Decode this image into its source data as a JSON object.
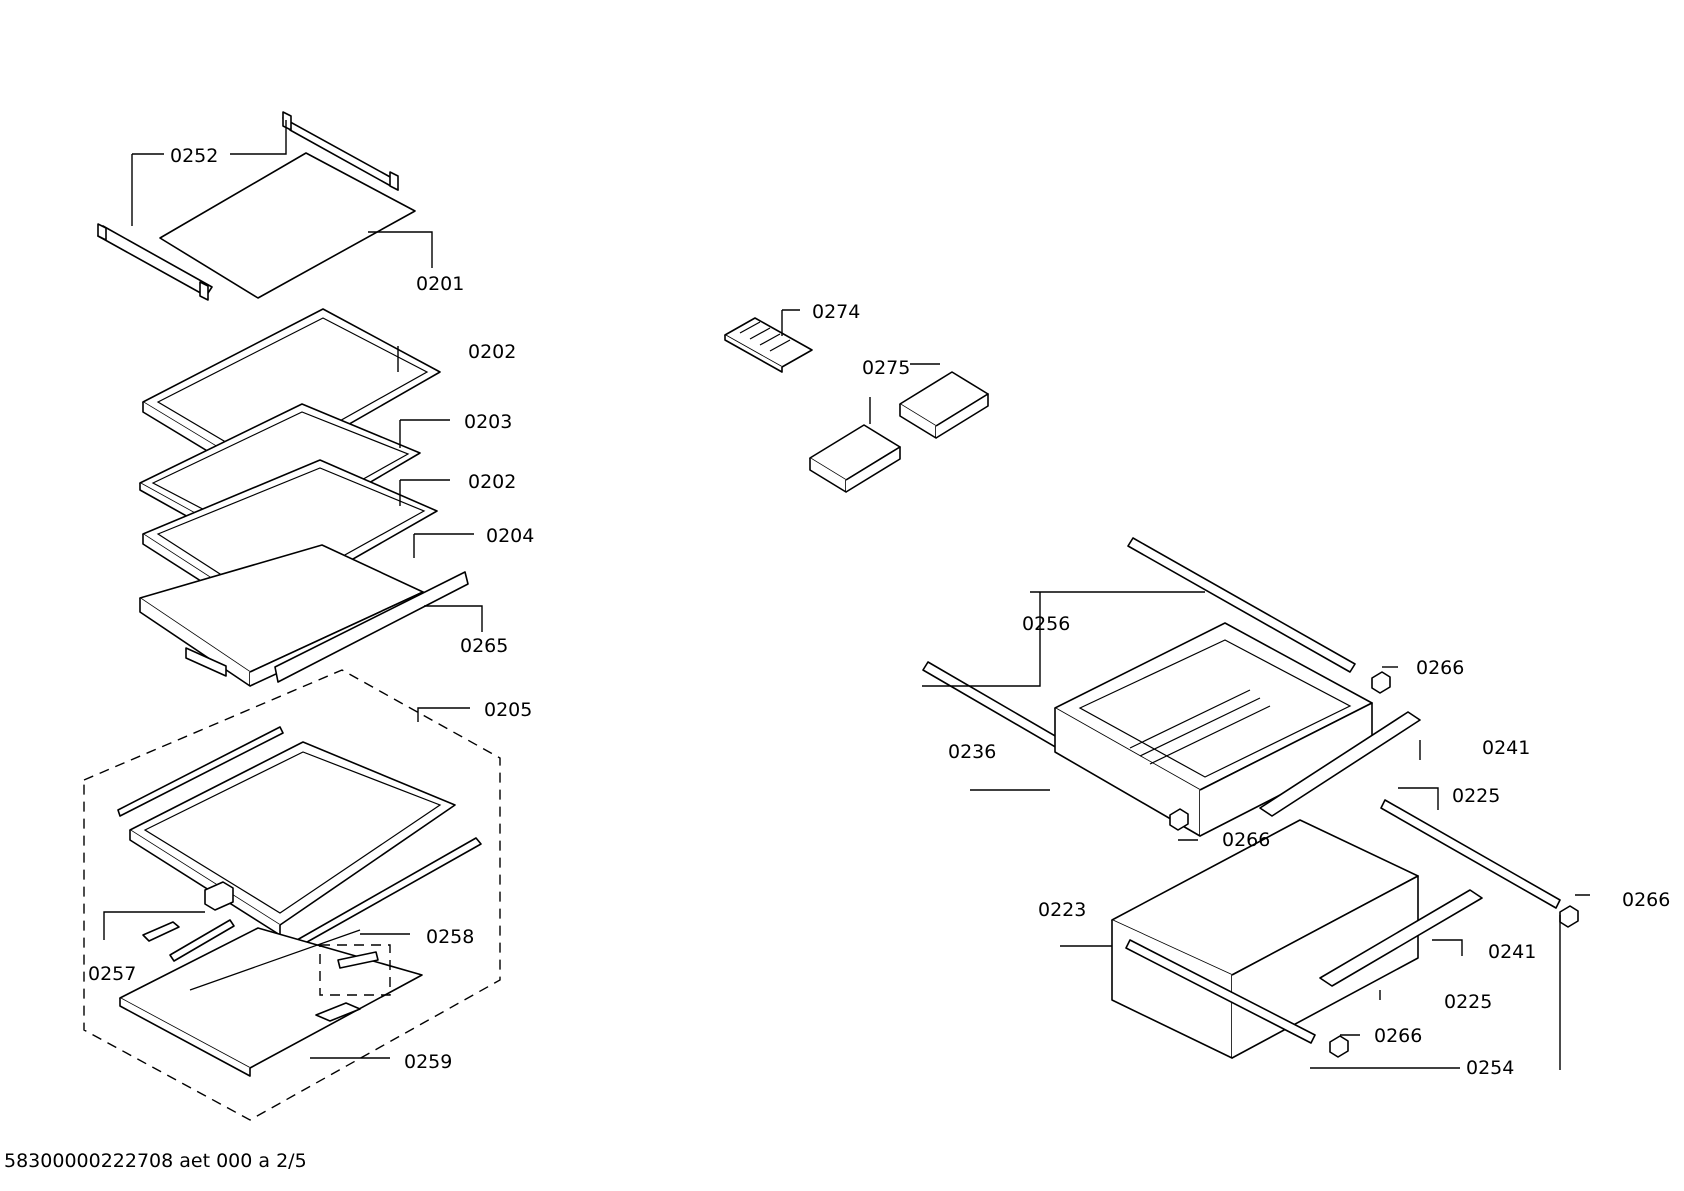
{
  "document_id": "58300000222708 aet 000 a 2/5",
  "part_labels": {
    "p0252": "0252",
    "p0201": "0201",
    "p0202a": "0202",
    "p0203": "0203",
    "p0202b": "0202",
    "p0204": "0204",
    "p0265": "0265",
    "p0205": "0205",
    "p0258": "0258",
    "p0257": "0257",
    "p0259": "0259",
    "p0274": "0274",
    "p0275": "0275",
    "p0256": "0256",
    "p0266a": "0266",
    "p0236": "0236",
    "p0241a": "0241",
    "p0225a": "0225",
    "p0266b": "0266",
    "p0266c": "0266",
    "p0223": "0223",
    "p0241b": "0241",
    "p0225b": "0225",
    "p0266d": "0266",
    "p0254": "0254"
  }
}
